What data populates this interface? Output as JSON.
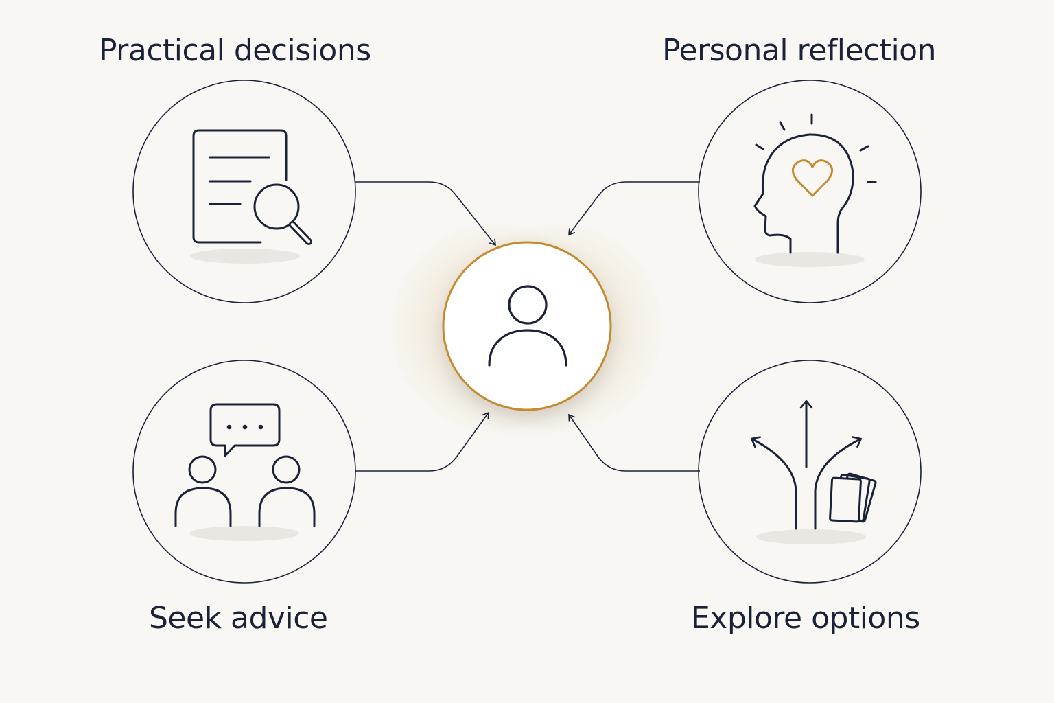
{
  "labels": {
    "top_left": "Practical decisions",
    "top_right": "Personal reflection",
    "bottom_left": "Seek advice",
    "bottom_right": "Explore options"
  },
  "icons": {
    "center": "person-icon",
    "top_left": "document-search-icon",
    "top_right": "head-heart-icon",
    "bottom_left": "conversation-icon",
    "bottom_right": "diverging-paths-icon"
  },
  "colors": {
    "background": "#f8f7f3",
    "ink": "#1b2238",
    "accent": "#c58a2f"
  }
}
